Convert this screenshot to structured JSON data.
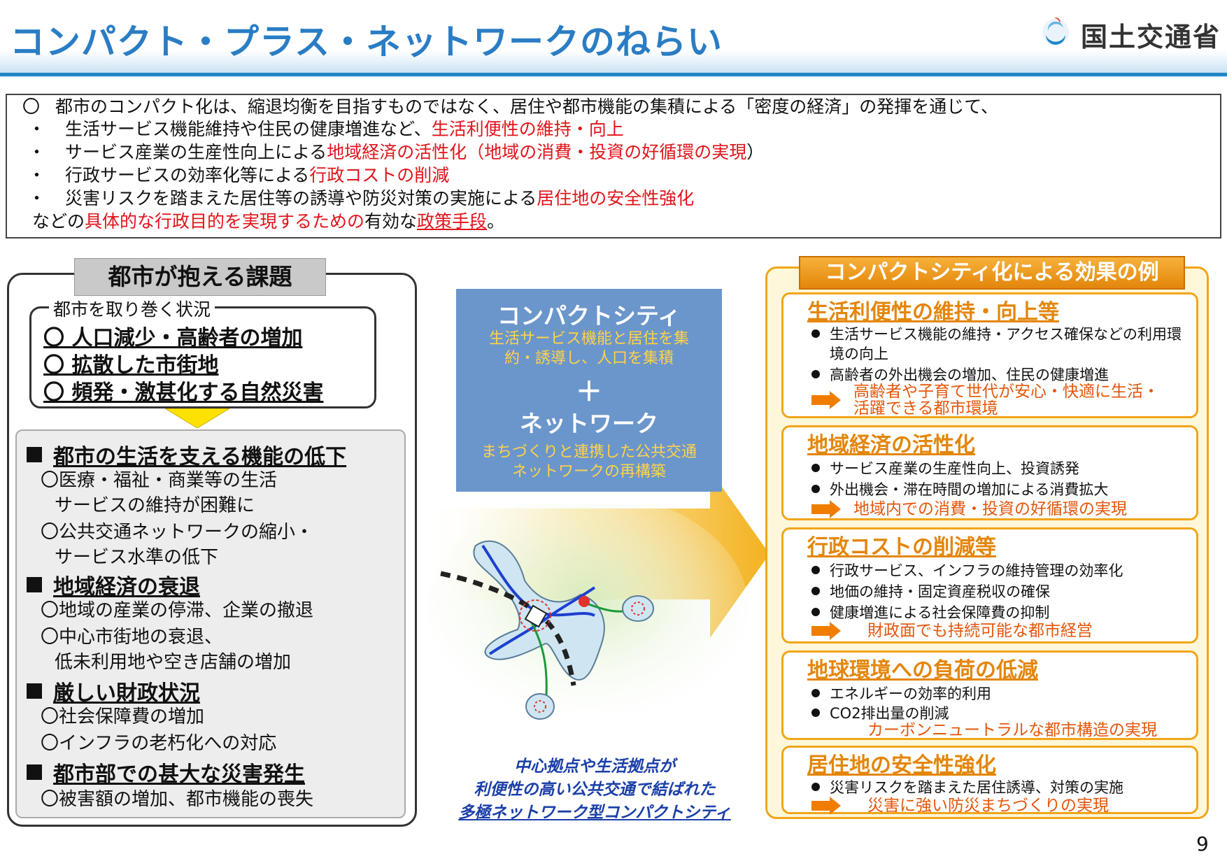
{
  "header": {
    "title": "コンパクト・プラス・ネットワークのねらい",
    "org_name": "国土交通省"
  },
  "intro": {
    "lead_marker": "〇",
    "lead": "都市のコンパクト化は、縮退均衡を目指すものではなく、居住や都市機能の集積による「密度の経済」の発揮を通じて、",
    "bullets": [
      {
        "marker": "・",
        "plain": "生活サービス機能維持や住民の健康増進など、",
        "red": "生活利便性の維持・向上",
        "tail": ""
      },
      {
        "marker": "・",
        "plain": "サービス産業の生産性向上による",
        "red": "地域経済の活性化（地域の消費・投資の好循環の実現",
        "tail": "）"
      },
      {
        "marker": "・",
        "plain": "行政サービスの効率化等による",
        "red": "行政コストの削減",
        "tail": ""
      },
      {
        "marker": "・",
        "plain": "災害リスクを踏まえた居住等の誘導や防災対策の実施による",
        "red": "居住地の安全性強化",
        "tail": ""
      }
    ],
    "closing": {
      "a": "などの",
      "b": "具体的な行政目的を実現するための",
      "c": "有効な",
      "d": "政策手段",
      "e": "。"
    }
  },
  "left_panel": {
    "title": "都市が抱える課題",
    "situation_label": "都市を取り巻く状況",
    "situations": [
      "〇 人口減少・高齢者の増加",
      "〇 拡散した市街地",
      "〇 頻発・激甚化する自然災害"
    ],
    "issues": [
      {
        "heading": "都市の生活を支える機能の低下",
        "items": [
          "〇医療・福祉・商業等の生活",
          "サービスの維持が困難に",
          "〇公共交通ネットワークの縮小・",
          "サービス水準の低下"
        ]
      },
      {
        "heading": "地域経済の衰退",
        "items": [
          "〇地域の産業の停滞、企業の撤退",
          "〇中心市街地の衰退、",
          "低未利用地や空き店舗の増加"
        ]
      },
      {
        "heading": "厳しい財政状況",
        "items": [
          "〇社会保障費の増加",
          "〇インフラの老朽化への対応"
        ]
      },
      {
        "heading": "都市部での甚大な災害発生",
        "items": [
          "〇被害額の増加、都市機能の喪失"
        ]
      }
    ]
  },
  "center": {
    "compact_title": "コンパクトシティ",
    "compact_desc": [
      "生活サービス機能と居住を集",
      "約・誘導し、人口を集積"
    ],
    "plus": "＋",
    "network_title": "ネットワーク",
    "network_desc": [
      "まちづくりと連携した公共交通",
      "ネットワークの再構築"
    ],
    "caption": [
      "中心拠点や生活拠点が",
      "利便性の高い公共交通で結ばれた",
      "多極ネットワーク型コンパクトシティ"
    ]
  },
  "right_panel": {
    "title": "コンパクトシティ化による効果の例",
    "effects": [
      {
        "heading": "生活利便性の維持・向上等",
        "bullets": [
          "生活サービス機能の維持・アクセス確保などの利用環",
          "境の向上",
          "高齢者の外出機会の増加、住民の健康増進"
        ],
        "result": [
          "高齢者や子育て世代が安心・快適に生活・",
          "活躍できる都市環境"
        ]
      },
      {
        "heading": "地域経済の活性化",
        "bullets": [
          "サービス産業の生産性向上、投資誘発",
          "外出機会・滞在時間の増加による消費拡大"
        ],
        "result": [
          "地域内での消費・投資の好循環の実現"
        ]
      },
      {
        "heading": "行政コストの削減等",
        "bullets": [
          "行政サービス、インフラの維持管理の効率化",
          "地価の維持・固定資産税収の確保",
          "健康増進による社会保障費の抑制"
        ],
        "result": [
          "財政面でも持続可能な都市経営"
        ]
      },
      {
        "heading": "地球環境への負荷の低減",
        "bullets": [
          "エネルギーの効率的利用",
          "CO2排出量の削減"
        ],
        "result": [
          "カーボンニュートラルな都市構造の実現"
        ]
      },
      {
        "heading": "居住地の安全性強化",
        "bullets": [
          "災害リスクを踏まえた居住誘導、対策の実施"
        ],
        "result": [
          "災害に強い防災まちづくりの実現"
        ]
      }
    ]
  },
  "footer": {
    "page_number": "9"
  },
  "colors": {
    "title_blue": "#2a7dc4",
    "highlight_red": "#e0141b",
    "effect_orange": "#e3860b",
    "box_blue": "#6b96cb",
    "caption_blue": "#1b3fa8"
  }
}
